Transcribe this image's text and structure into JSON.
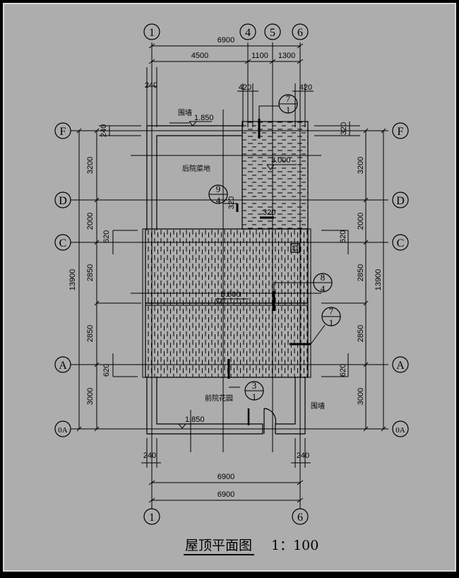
{
  "title": "屋顶平面图",
  "scale": "1：100",
  "colors": {
    "background": "#adadad",
    "line": "#000000",
    "frame": "#d8d8d8"
  },
  "axes_top": [
    "1",
    "4",
    "5",
    "6"
  ],
  "axes_bottom": [
    "1",
    "6"
  ],
  "axes_side": [
    "F",
    "D",
    "C",
    "A",
    "0A"
  ],
  "dims_top": {
    "overall": "6900",
    "seg1": "4500",
    "seg2": "1100",
    "seg3": "1300",
    "wall_left": "240",
    "wall_mid": "420",
    "wall_right": "420"
  },
  "dims_bottom": {
    "wall_left": "240",
    "wall_right": "240",
    "row1": "6900",
    "row2": "6900"
  },
  "dims_left": {
    "wall_top": "240",
    "d1": "3200",
    "d2": "2000",
    "eave_top": "620",
    "d3": "2850",
    "d4": "2850",
    "eave_bot": "620",
    "d5": "3000",
    "total": "13900"
  },
  "dims_right": {
    "wall_top": "320",
    "d1": "3200",
    "d2": "2000",
    "eave_top": "620",
    "d3": "2850",
    "d4": "2850",
    "eave_bot": "620",
    "d5": "3000",
    "total": "13900"
  },
  "labels": {
    "wall_top": "围墙",
    "wall_bottom": "围墙",
    "back_yard": "后院菜地",
    "front_yard": "前院花园",
    "level_back": "1.850",
    "level_front": "1.850",
    "level_roof": "5.600",
    "level_terrace": "3.000",
    "dim_small": "320",
    "dim_small2": "320"
  },
  "callouts": [
    {
      "top": "7",
      "bottom": "1"
    },
    {
      "top": "9",
      "bottom": "4"
    },
    {
      "top": "8",
      "bottom": "4"
    },
    {
      "top": "7",
      "bottom": "1"
    },
    {
      "top": "3",
      "bottom": "1"
    }
  ]
}
